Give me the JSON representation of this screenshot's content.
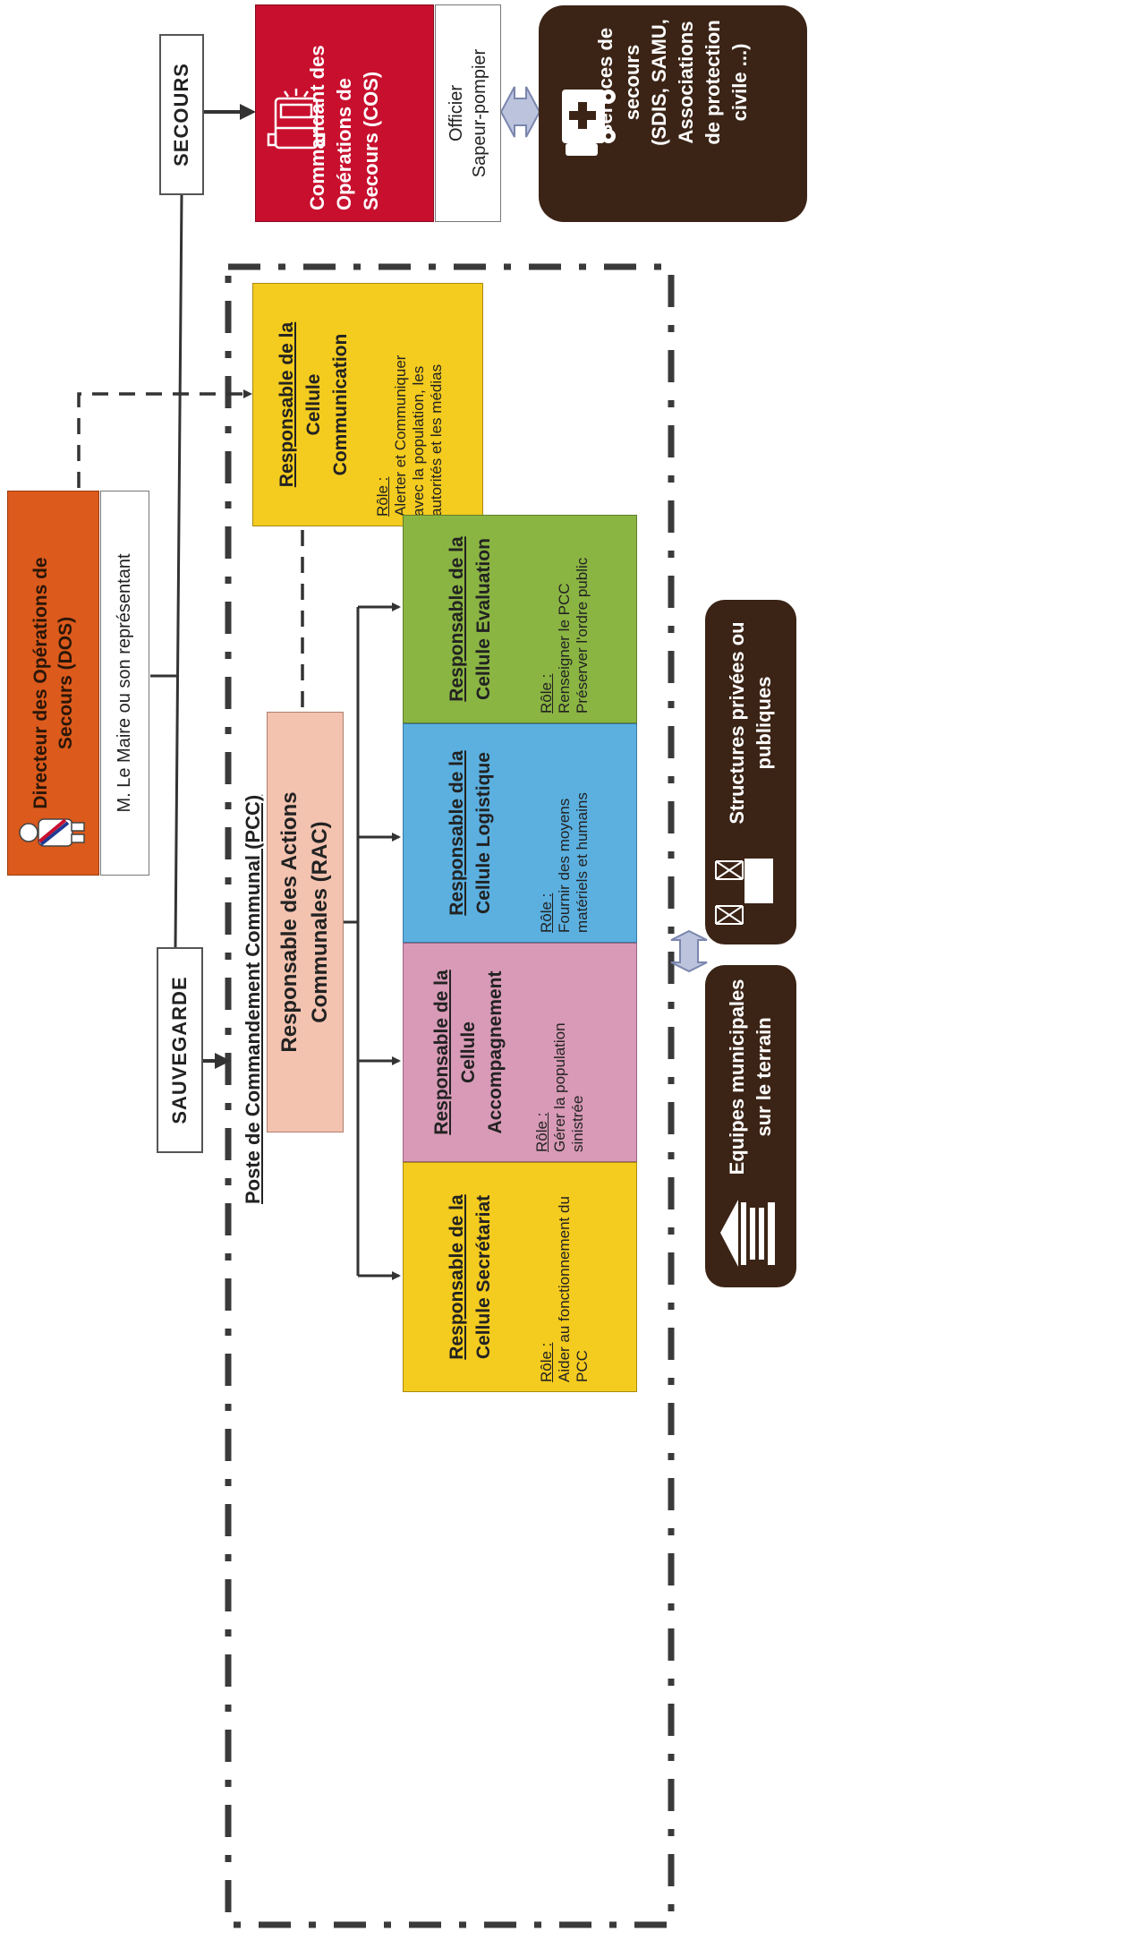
{
  "colors": {
    "dos_orange": "#db5a1c",
    "cos_red": "#c8102e",
    "communication_yellow": "#f4cb1f",
    "secretariat_yellow": "#f4cb1f",
    "rac_peach": "#f3c3b0",
    "accompagnement_pink": "#d89ab6",
    "logistique_blue": "#5bb0e0",
    "evaluation_green": "#8bb543",
    "dark_brown": "#3b2416"
  },
  "dos": {
    "title_lines": [
      "Directeur des Opérations de",
      "Secours (DOS)"
    ],
    "subtitle": "M. Le Maire ou son représentant",
    "icon": "mayor-with-sash-icon"
  },
  "secours": {
    "label": "SECOURS"
  },
  "sauvegarde": {
    "label": "SAUVEGARDE"
  },
  "cos": {
    "title_lines": [
      "Commandant des",
      "Opérations de",
      "Secours (COS)"
    ],
    "subtitle_lines": [
      "Officier",
      "Sapeur-pompier"
    ],
    "icon": "fire-truck-icon"
  },
  "services_secours": {
    "lines": [
      "Services de",
      "secours",
      "(SDIS, SAMU,",
      "Associations",
      "de protection",
      "civile ...)"
    ],
    "icon": "ambulance-icon"
  },
  "pcc": {
    "title": "Poste de Commandement Communal (PCC)"
  },
  "rac": {
    "lines": [
      "Responsable des Actions",
      "Communales (RAC)"
    ]
  },
  "communication": {
    "title_lines": [
      "Responsable de la",
      "Cellule",
      "Communication"
    ],
    "role_label": "Rôle :",
    "role_lines": [
      "Alerter et Communiquer",
      "avec la population, les",
      "autorités et les médias"
    ]
  },
  "secretariat": {
    "title_lines": [
      "Responsable de la",
      "Cellule Secrétariat"
    ],
    "role_label": "Rôle :",
    "role_lines": [
      "Aider au fonctionnement du",
      "PCC"
    ]
  },
  "accompagnement": {
    "title_lines": [
      "Responsable de la",
      "Cellule",
      "Accompagnement"
    ],
    "role_label": "Rôle :",
    "role_lines": [
      "Gérer la population",
      "sinistrée"
    ]
  },
  "logistique": {
    "title_lines": [
      "Responsable de la",
      "Cellule Logistique"
    ],
    "role_label": "Rôle :",
    "role_lines": [
      "Fournir des moyens",
      "matériels et humains"
    ]
  },
  "evaluation": {
    "title_lines": [
      "Responsable de la",
      "Cellule Evaluation"
    ],
    "role_label": "Rôle :",
    "role_lines": [
      "Renseigner le PCC",
      "Préserver l'ordre public"
    ]
  },
  "equipes": {
    "lines": [
      "Equipes municipales",
      "sur le terrain"
    ],
    "icon": "town-hall-icon"
  },
  "structures": {
    "lines": [
      "Structures privées ou",
      "publiques"
    ],
    "icon": "industrial-plant-icon"
  }
}
